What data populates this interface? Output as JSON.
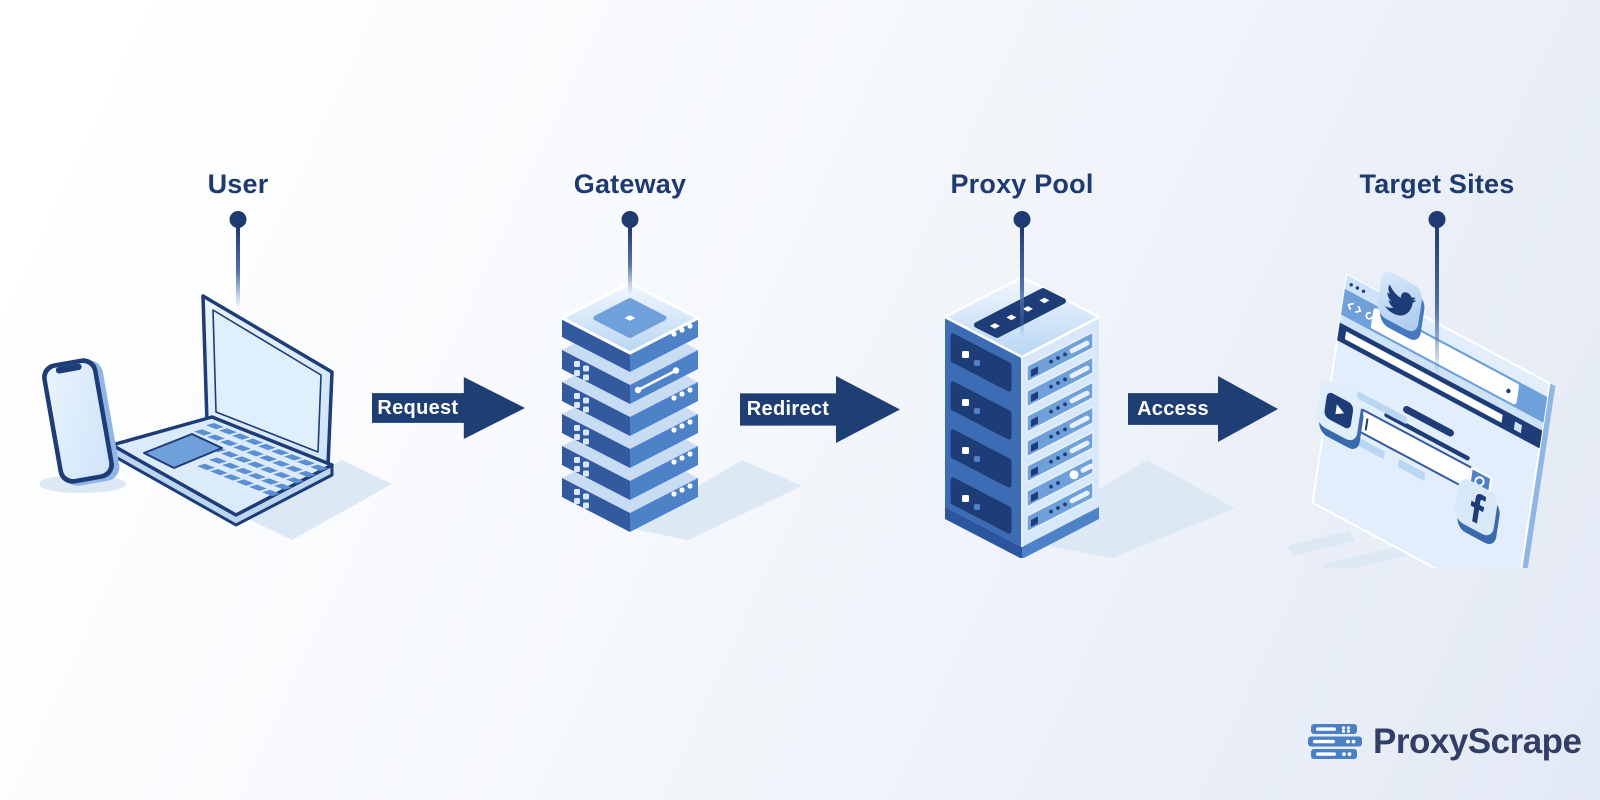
{
  "title": "Proxy network flow diagram",
  "nodes": [
    {
      "id": "user",
      "label": "User",
      "illustration": "laptop-and-phone"
    },
    {
      "id": "gateway",
      "label": "Gateway",
      "illustration": "stacked-server"
    },
    {
      "id": "proxy-pool",
      "label": "Proxy Pool",
      "illustration": "server-rack-tower"
    },
    {
      "id": "target-sites",
      "label": "Target Sites",
      "illustration": "browser-window-with-site-icons",
      "site_icons": [
        "twitter",
        "youtube",
        "facebook"
      ]
    }
  ],
  "arrows": [
    {
      "label": "Request",
      "from": "user",
      "to": "gateway"
    },
    {
      "label": "Redirect",
      "from": "gateway",
      "to": "proxy-pool"
    },
    {
      "label": "Access",
      "from": "proxy-pool",
      "to": "target-sites"
    }
  ],
  "branding": {
    "logo_text": "ProxyScrape",
    "logo_icon": "server-stack-icon"
  },
  "colors": {
    "heading": "#1e3a70",
    "arrow": "#1f3e73",
    "arrow-label": "#ffffff",
    "navy": "#1d3c78",
    "blue-deep": "#33599f",
    "blue-mid": "#4d82c8",
    "blue-soft": "#6fa0da",
    "blue-key": "#5b8fd3",
    "blue-light": "#d6e8fa",
    "blue-lighter": "#eaf3fc",
    "blue-pale": "#bcd7f2",
    "shadow": "#dde8f5",
    "logo-blue": "#4a80c4",
    "logo-text": "#333e66",
    "bg-end": "#e3e9f5"
  }
}
